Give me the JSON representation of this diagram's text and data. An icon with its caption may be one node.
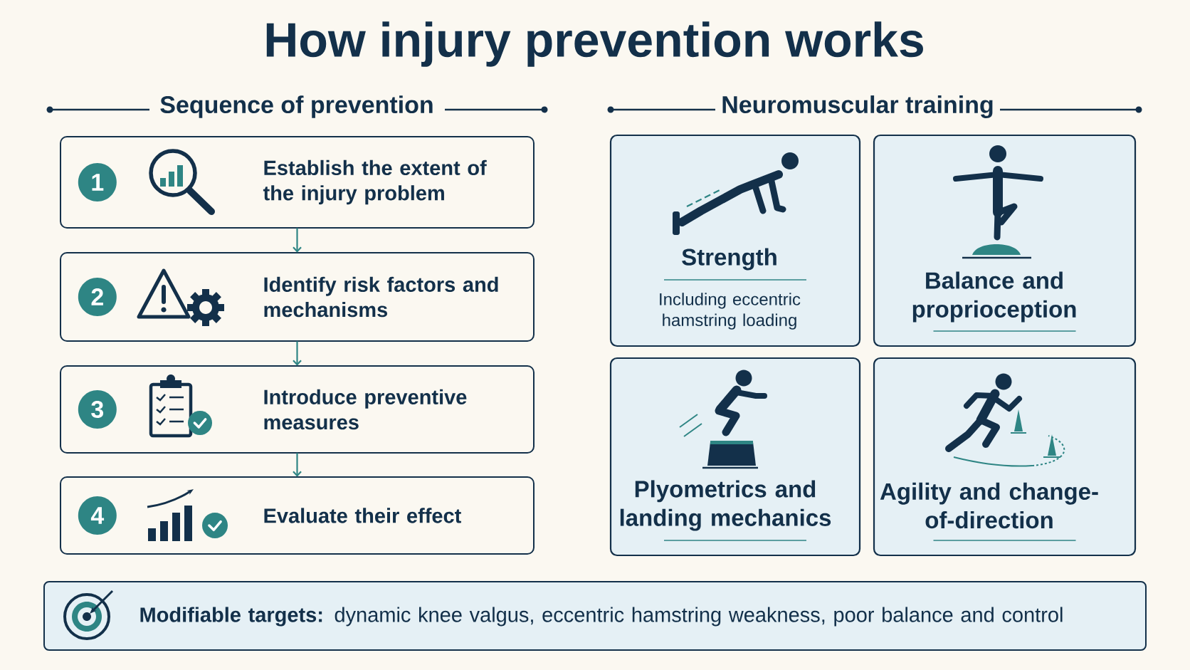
{
  "diagram": {
    "title": "How injury prevention works",
    "nodes": [
      {
        "text": [
          "Establish the extent of the injury problem"
        ]
      },
      {
        "text": [
          "1"
        ],
        "in": 0
      },
      {
        "text": [
          "Identify risk factors and mechanisms"
        ]
      },
      {
        "text": [
          "2"
        ],
        "in": 2
      },
      {
        "text": [
          "Introduce preventive measures"
        ]
      },
      {
        "text": [
          "3"
        ],
        "in": 4
      },
      {
        "text": [
          "Evaluate their effect"
        ]
      },
      {
        "text": [
          "4"
        ],
        "in": 6
      },
      {
        "text": [
          "Strength",
          "Including eccentric hamstring loading"
        ]
      },
      {
        "text": [
          "Balance and proprioception"
        ]
      },
      {
        "text": [
          "Plyometrics and landing mechanics"
        ]
      },
      {
        "text": [
          "Agility and change-of-direction"
        ]
      },
      {
        "text": [
          "**Modifiable targets:** dynamic knee valgus, eccentric hamstring weakness, poor balance and control"
        ]
      }
    ],
    "edges": [
      {
        "from": 0,
        "to": 2,
        "arrow": "to"
      },
      {
        "from": 2,
        "to": 4,
        "arrow": "to"
      },
      {
        "from": 4,
        "to": 6,
        "arrow": "to"
      }
    ],
    "labels": [
      "Sequence of prevention",
      "Neuromuscular training"
    ]
  }
}
